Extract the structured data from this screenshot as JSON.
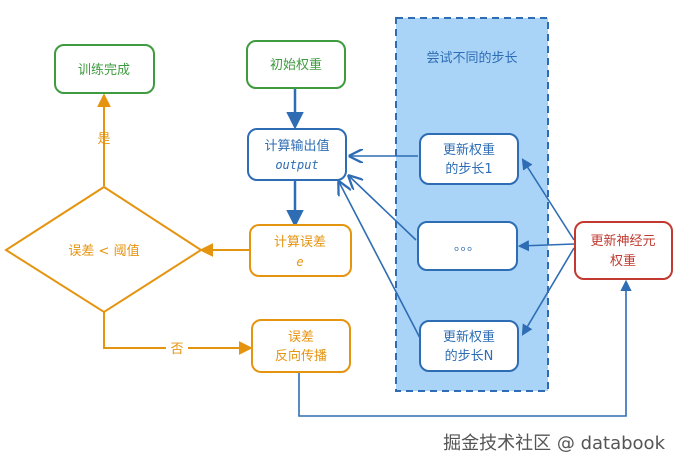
{
  "colors": {
    "green": "#3f9b3f",
    "blue": "#2e6db4",
    "orange": "#e5940f",
    "red": "#c23a2f",
    "panel_fill": "#a9d3f7",
    "panel_stroke": "#2e6db4",
    "node_fill": "#ffffff"
  },
  "nodes": {
    "train_done": "训练完成",
    "init_weights": "初始权重",
    "compute_output": "计算输出值",
    "compute_output_sub": "output",
    "compute_error": "计算误差",
    "compute_error_sub": "e",
    "decision": "误差 < 阈值",
    "backprop_line1": "误差",
    "backprop_line2": "反向传播",
    "step1_line1": "更新权重",
    "step1_line2": "的步长1",
    "ellipsis": "。。。",
    "stepN_line1": "更新权重",
    "stepN_line2": "的步长N",
    "update_line1": "更新神经元",
    "update_line2": "权重"
  },
  "panel": {
    "title": "尝试不同的步长"
  },
  "edges": {
    "yes_label": "是",
    "no_label": "否"
  },
  "watermark": "掘金技术社区 @ databook"
}
